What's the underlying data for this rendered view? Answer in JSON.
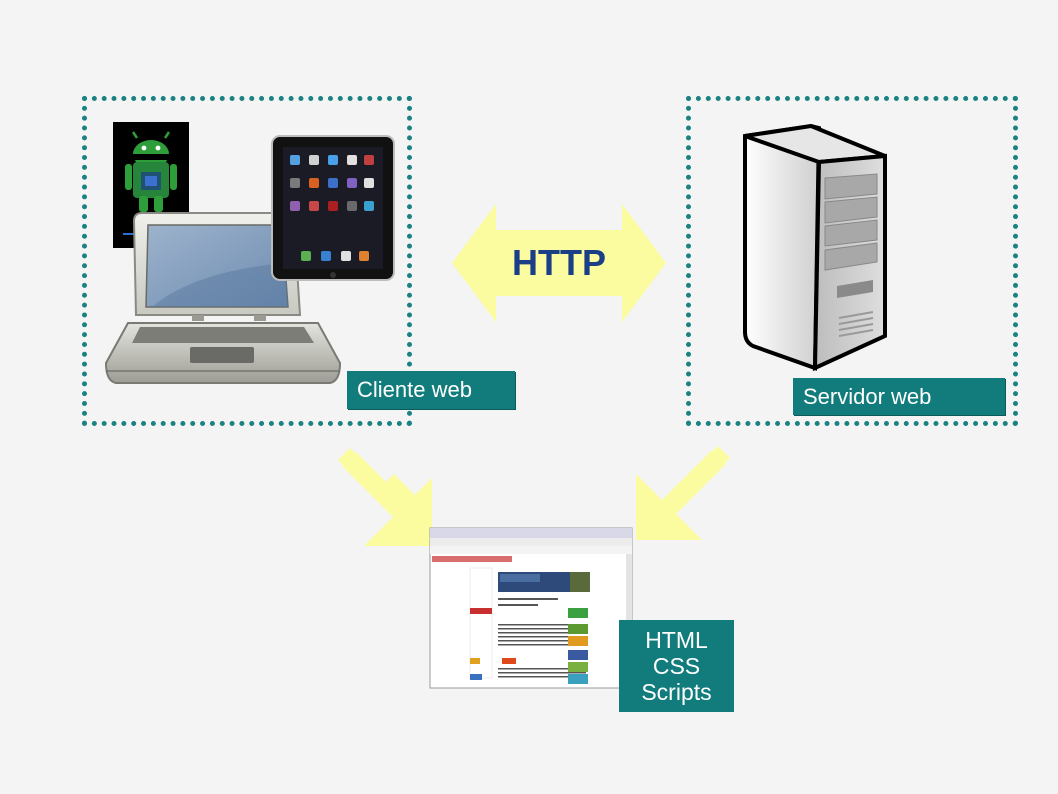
{
  "diagram": {
    "client": {
      "label": "Cliente web",
      "devices": [
        "android-phone",
        "laptop",
        "tablet"
      ]
    },
    "server": {
      "label": "Servidor web",
      "device": "server-tower"
    },
    "protocol": {
      "label": "HTTP",
      "direction": "bidirectional"
    },
    "output": {
      "lines": [
        "HTML",
        "CSS",
        "Scripts"
      ]
    },
    "colors": {
      "zone_border": "#1a8282",
      "label_bg": "#127c7c",
      "label_text": "#ffffff",
      "arrow_fill": "#fbfba0",
      "http_text": "#1a3f86",
      "background": "#f4f4f4"
    }
  }
}
